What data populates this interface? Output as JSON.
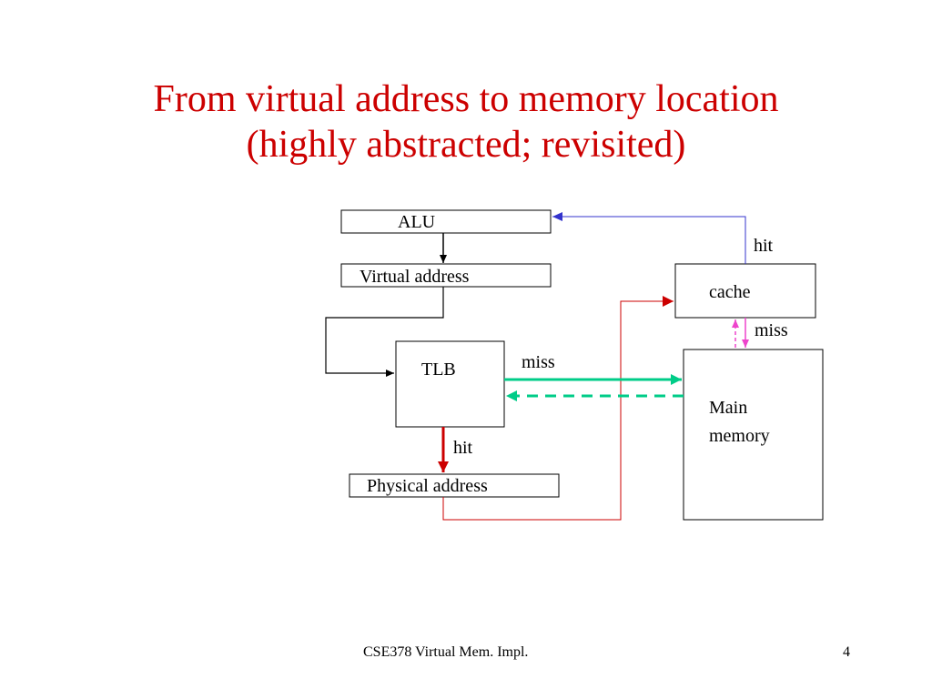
{
  "slide": {
    "title_line1": "From virtual address to memory location",
    "title_line2": "(highly abstracted; revisited)",
    "footer_course": "CSE378 Virtual Mem. Impl.",
    "page_number": "4"
  },
  "diagram": {
    "alu": "ALU",
    "virtual_address": "Virtual address",
    "tlb": "TLB",
    "physical_address": "Physical address",
    "cache": "cache",
    "main_memory_line1": "Main",
    "main_memory_line2": "memory",
    "tlb_miss": "miss",
    "tlb_hit": "hit",
    "cache_hit": "hit",
    "cache_miss": "miss"
  },
  "colors": {
    "title": "#cc0000",
    "cache_hit_path": "#3333cc",
    "physical_path": "#cc0000",
    "tlb_miss_path": "#00cc88",
    "cache_miss_path": "#ee44cc"
  }
}
